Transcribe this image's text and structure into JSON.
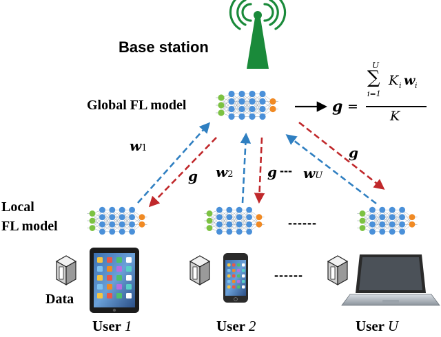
{
  "title": "Base station",
  "global_model_label": "Global FL model",
  "local_model_label": [
    "Local",
    "FL model"
  ],
  "data_label": "Data",
  "users": [
    {
      "prefix": "User ",
      "index": "1"
    },
    {
      "prefix": "User ",
      "index": "2"
    },
    {
      "prefix": "User ",
      "index": "U"
    }
  ],
  "formula": {
    "lhs": "g",
    "equals": "=",
    "sum_top": "U",
    "sum_symbol": "∑",
    "sum_bottom": "i=1",
    "term_k": "K",
    "term_k_sub": "i",
    "term_w": "w",
    "term_w_sub": "i",
    "denominator": "K"
  },
  "arrow_labels": {
    "w1": {
      "base": "w",
      "sub": "1"
    },
    "w2": {
      "base": "w",
      "sub": "2"
    },
    "wU": {
      "base": "w",
      "sub": "U"
    },
    "g_left": "g",
    "g_mid": "g",
    "g_right": "g",
    "dash_mid": "---"
  },
  "ellipsis_models": "------",
  "ellipsis_devices": "------",
  "colors": {
    "tower_green": "#1a8a3a",
    "upload_blue": "#2f7fc1",
    "download_red": "#c0282b",
    "node_input": "#7cc242",
    "node_hidden": "#4a90d9",
    "node_output": "#f08a24",
    "edge": "#9aa6b2"
  }
}
